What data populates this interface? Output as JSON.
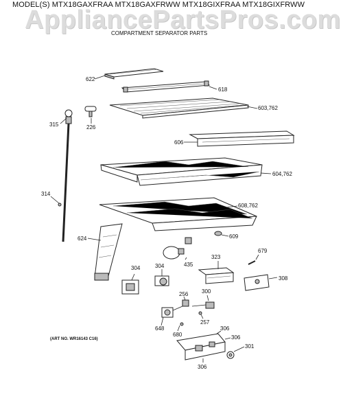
{
  "header": {
    "models": "MODEL(S) MTX18GAXFRAA  MTX18GAXFRWW  MTX18GIXFRAA  MTX18GIXFRWW",
    "watermark": "AppliancePartsPros.com",
    "subtitle": "COMPARTMENT SEPARATOR PARTS"
  },
  "footer": {
    "art_no": "(ART NO. WR16143 C16)"
  },
  "parts": {
    "p622": "622",
    "p618": "618",
    "p315": "315",
    "p226": "226",
    "p603": "603,762",
    "p606": "606",
    "p604": "604,762",
    "p314": "314",
    "p608": "608,762",
    "p624": "624",
    "p609": "609",
    "p679": "679",
    "p435": "435",
    "p323": "323",
    "p304a": "304",
    "p304b": "304",
    "p308": "308",
    "p300": "300",
    "p256": "256",
    "p257": "257",
    "p648": "648",
    "p680": "680",
    "p306a": "306",
    "p306b": "306",
    "p301": "301",
    "p306c": "306"
  }
}
